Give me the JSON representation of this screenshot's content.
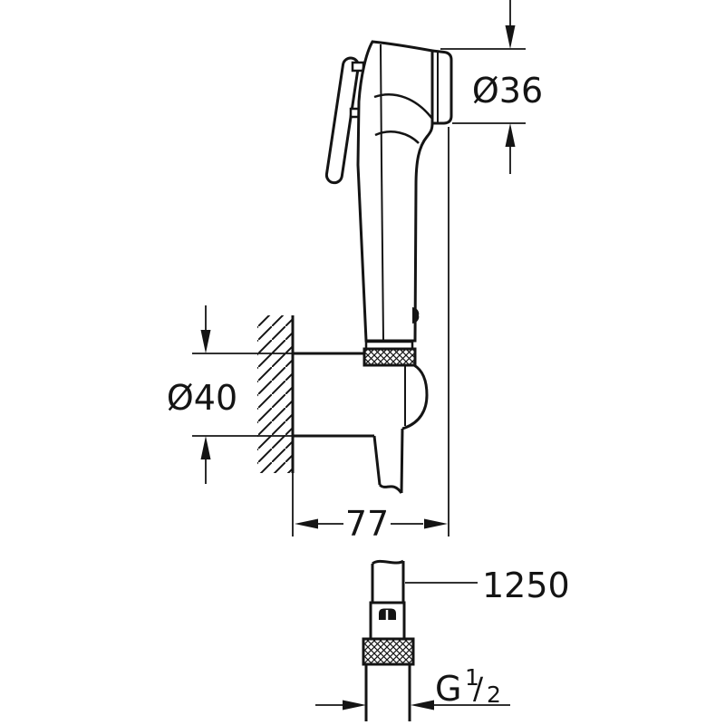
{
  "page": {
    "background": "#ffffff",
    "line_color": "#141414",
    "description": "Technical dimensional drawing of a trigger hand spray with wall holder and shower hose"
  },
  "dimensions": {
    "head_diameter": "Ø36",
    "bracket_diameter": "Ø40",
    "wall_distance": "77",
    "hose_length": "1250",
    "thread": {
      "letter": "G",
      "numerator": "1",
      "slash": "/",
      "denominator": "2"
    }
  }
}
